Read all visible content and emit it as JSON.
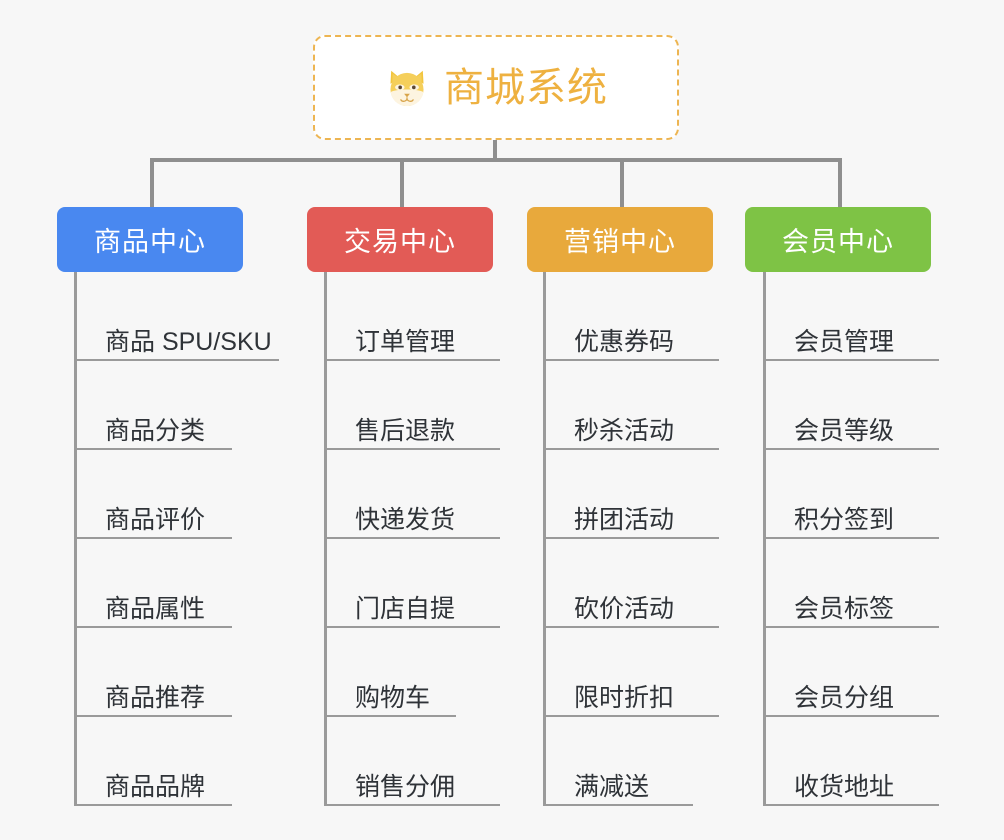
{
  "canvas": {
    "background": "#f7f7f7",
    "connector_color": "#9a9a9a"
  },
  "root": {
    "title": "商城系统",
    "icon": "dog-face-icon",
    "text_color": "#eeb140",
    "border_color": "#edb552",
    "background": "#ffffff"
  },
  "branches": [
    {
      "label": "商品中心",
      "color": "#4988f0",
      "items": [
        "商品 SPU/SKU",
        "商品分类",
        "商品评价",
        "商品属性",
        "商品推荐",
        "商品品牌"
      ]
    },
    {
      "label": "交易中心",
      "color": "#e25b56",
      "items": [
        "订单管理",
        "售后退款",
        "快递发货",
        "门店自提",
        "购物车",
        "销售分佣"
      ]
    },
    {
      "label": "营销中心",
      "color": "#e8a93c",
      "items": [
        "优惠券码",
        "秒杀活动",
        "拼团活动",
        "砍价活动",
        "限时折扣",
        "满减送"
      ]
    },
    {
      "label": "会员中心",
      "color": "#7ec345",
      "items": [
        "会员管理",
        "会员等级",
        "积分签到",
        "会员标签",
        "会员分组",
        "收货地址"
      ]
    }
  ]
}
